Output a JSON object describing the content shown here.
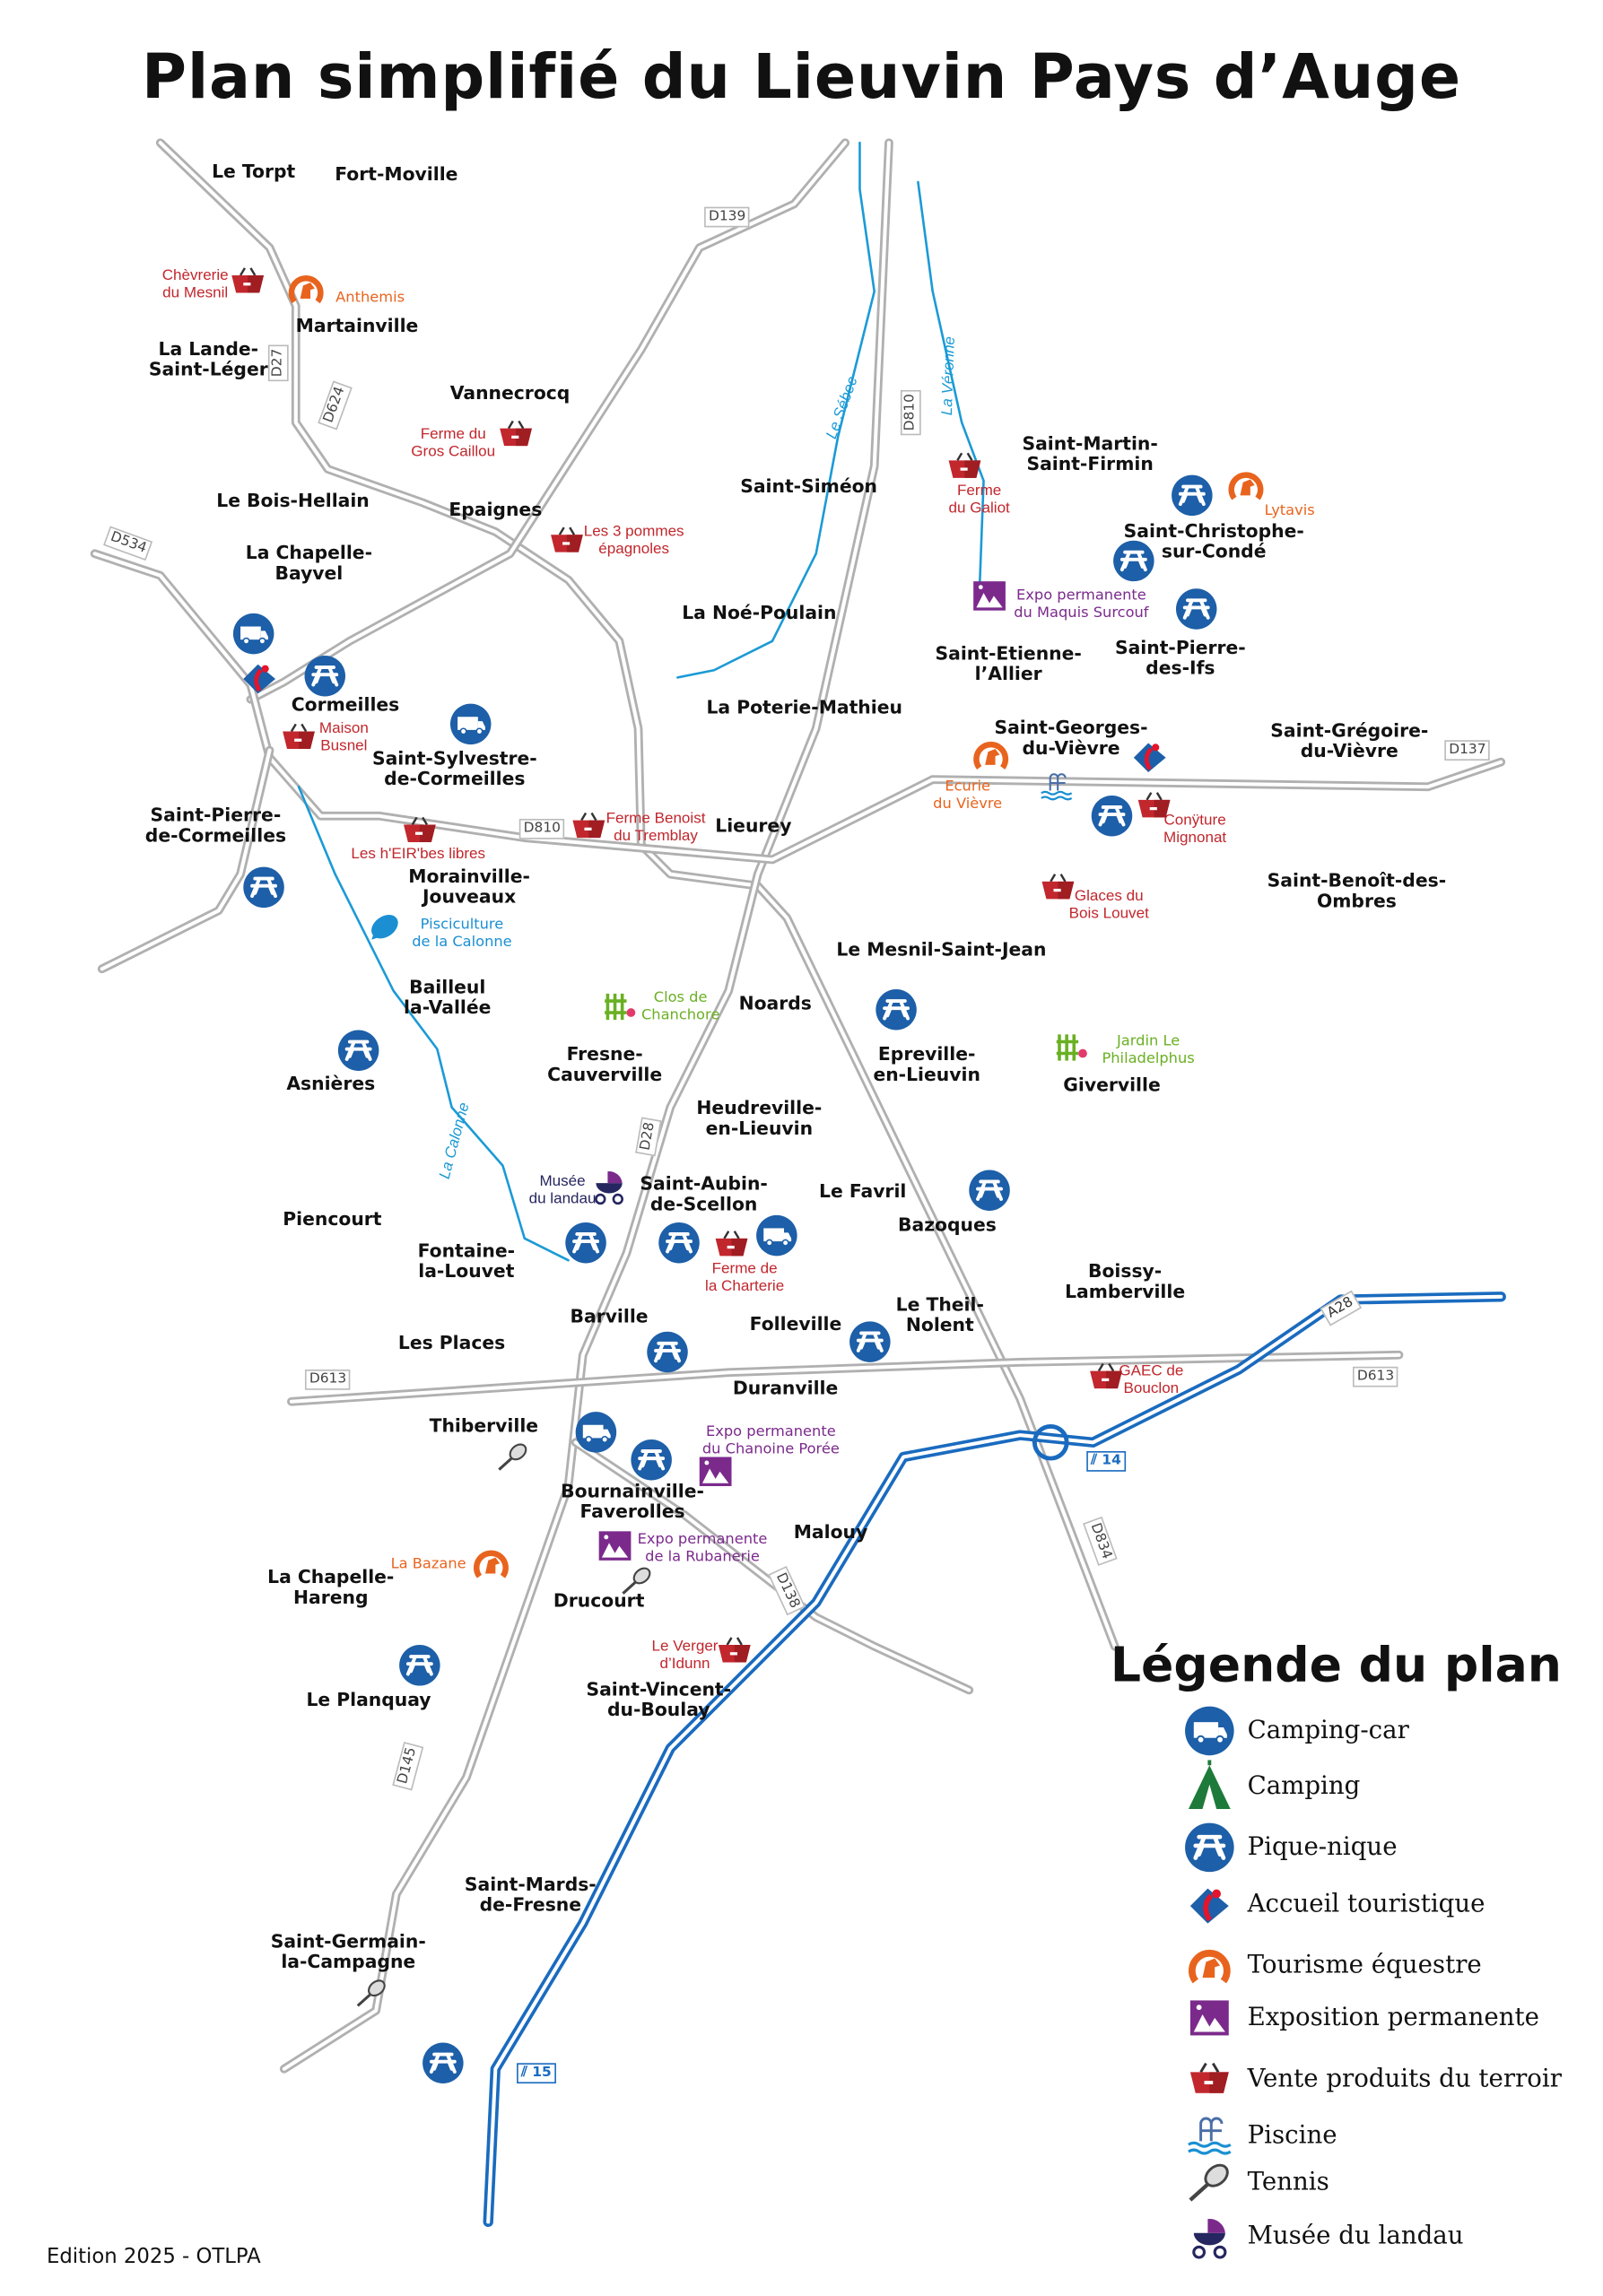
{
  "title": "Plan simplifié du Lieuvin Pays d’Auge",
  "footer": "Edition 2025 - OTLPA",
  "colors": {
    "red": "#c1272d",
    "orange": "#e8641e",
    "purple": "#7b2a8c",
    "blue": "#1b8fd2",
    "green": "#6ab023",
    "navy": "#262660",
    "icon_blue": "#1d5fa8",
    "road": "#b5b5b5",
    "motorway": "#1a6bbf",
    "river": "#1b9ad6"
  },
  "towns": [
    "Le Torpt",
    "Fort-Moville",
    "Martainville",
    "La Lande-\nSaint-Léger",
    "Vannecrocq",
    "Le Bois-Hellain",
    "Epaignes",
    "La Chapelle-\nBayvel",
    "Saint-Siméon",
    "Saint-Martin-\nSaint-Firmin",
    "Saint-Christophe-\nsur-Condé",
    "La Noé-Poulain",
    "Saint-Etienne-\nl’Allier",
    "Saint-Pierre-\ndes-Ifs",
    "La Poterie-Mathieu",
    "Cormeilles",
    "Saint-Sylvestre-\nde-Cormeilles",
    "Saint-Georges-\ndu-Vièvre",
    "Saint-Grégoire-\ndu-Vièvre",
    "Saint-Pierre-\nde-Cormeilles",
    "Lieurey",
    "Morainville-\nJouveaux",
    "Saint-Benoît-des-Ombres",
    "Le Mesnil-Saint-Jean",
    "Noards",
    "Bailleul\nla-Vallée",
    "Fresne-\nCauverville",
    "Epreville-\nen-Lieuvin",
    "Giverville",
    "Asnières",
    "Heudreville-\nen-Lieuvin",
    "Saint-Aubin-\nde-Scellon",
    "Le Favril",
    "Piencourt",
    "Bazoques",
    "Fontaine-\nla-Louvet",
    "Boissy-\nLamberville",
    "Le Theil-\nNolent",
    "Barville",
    "Folleville",
    "Les Places",
    "Duranville",
    "Thiberville",
    "Bournainville-\nFaverolles",
    "Malouy",
    "La Chapelle-\nHareng",
    "Drucourt",
    "Saint-Vincent-\ndu-Boulay",
    "Le Planquay",
    "Saint-Mards-\nde-Fresne",
    "Saint-Germain-\nla-Campagne"
  ],
  "pois": [
    {
      "text": "Chèvrerie\ndu Mesnil",
      "color": "red"
    },
    {
      "text": "Anthemis",
      "color": "orange"
    },
    {
      "text": "Ferme du\nGros Caillou",
      "color": "red"
    },
    {
      "text": "Les 3 pommes\népagnoles",
      "color": "red"
    },
    {
      "text": "Maison\nBusnel",
      "color": "red"
    },
    {
      "text": "Les h'EIR'bes libres",
      "color": "red"
    },
    {
      "text": "Ferme Benoist\ndu Tremblay",
      "color": "red"
    },
    {
      "text": "Ferme\ndu Galiot",
      "color": "red"
    },
    {
      "text": "Lytavis",
      "color": "orange"
    },
    {
      "text": "Expo permanente\ndu Maquis Surcouf",
      "color": "purple"
    },
    {
      "text": "Ecurie\ndu Vièvre",
      "color": "orange"
    },
    {
      "text": "Conÿture\nMignonat",
      "color": "red"
    },
    {
      "text": "Glaces du\nBois Louvet",
      "color": "red"
    },
    {
      "text": "Pisciculture\nde la Calonne",
      "color": "blue"
    },
    {
      "text": "Clos de\nChanchore",
      "color": "green"
    },
    {
      "text": "Jardin Le\nPhiladelphus",
      "color": "green"
    },
    {
      "text": "Musée\ndu landau",
      "color": "navy"
    },
    {
      "text": "Ferme de\nla Charterie",
      "color": "red"
    },
    {
      "text": "GAEC de\nBouclon",
      "color": "red"
    },
    {
      "text": "Expo permanente\ndu Chanoine Porée",
      "color": "purple"
    },
    {
      "text": "Expo permanente\nde la Rubanerie",
      "color": "purple"
    },
    {
      "text": "La Bazane",
      "color": "orange"
    },
    {
      "text": "Le Verger\nd’Idunn",
      "color": "red"
    }
  ],
  "roads": [
    "D139",
    "D27",
    "D624",
    "D534",
    "D810",
    "D810",
    "D137",
    "D613",
    "D613",
    "D28",
    "D138",
    "D834",
    "D145"
  ],
  "motorways": [
    "A28",
    "14",
    "15"
  ],
  "rivers": [
    "Le Sébec",
    "La Véronne",
    "La Calonne"
  ],
  "legend": {
    "title": "Légende du plan",
    "items": [
      {
        "label": "Camping-car",
        "icon": "campingcar"
      },
      {
        "label": "Camping",
        "icon": "camping"
      },
      {
        "label": "Pique-nique",
        "icon": "picnic"
      },
      {
        "label": "Accueil touristique",
        "icon": "accueil"
      },
      {
        "label": "Tourisme équestre",
        "icon": "equestre"
      },
      {
        "label": "Exposition permanente",
        "icon": "expo"
      },
      {
        "label": "Vente produits du terroir",
        "icon": "basket"
      },
      {
        "label": "Piscine",
        "icon": "piscine"
      },
      {
        "label": "Tennis",
        "icon": "tennis"
      },
      {
        "label": "Musée du landau",
        "icon": "landau"
      }
    ]
  }
}
